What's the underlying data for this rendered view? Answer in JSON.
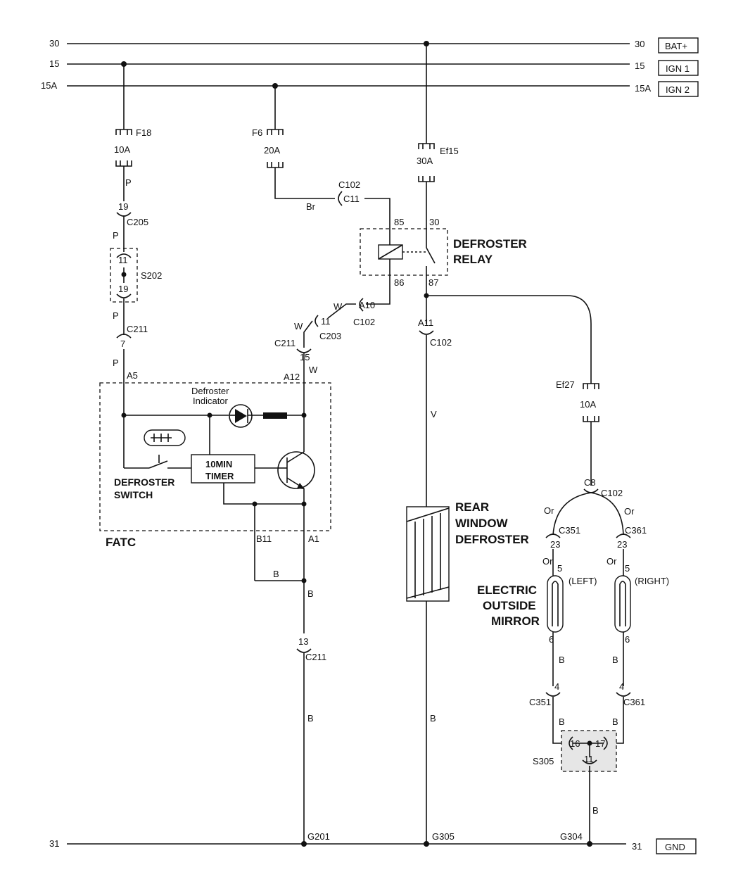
{
  "rails": {
    "r30": {
      "left": "30",
      "right": "30",
      "tag": "BAT+"
    },
    "r15": {
      "left": "15",
      "right": "15",
      "tag": "IGN 1"
    },
    "r15a": {
      "left": "15A",
      "right": "15A",
      "tag": "IGN 2"
    },
    "r31": {
      "left": "31",
      "right": "31",
      "tag": "GND"
    }
  },
  "fuses": {
    "f18": {
      "name": "F18",
      "rating": "10A"
    },
    "f6": {
      "name": "F6",
      "rating": "20A"
    },
    "ef15": {
      "name": "Ef15",
      "rating": "30A"
    },
    "ef27": {
      "name": "Ef27",
      "rating": "10A"
    }
  },
  "wires": {
    "p": "P",
    "br": "Br",
    "w": "W",
    "v": "V",
    "b": "B",
    "or": "Or"
  },
  "connectors": {
    "c205": "C205",
    "c205_pin": "19",
    "s202": "S202",
    "s202_pin_top": "11",
    "s202_pin_bot": "19",
    "c211": "C211",
    "c211_pin_a": "7",
    "c211_pin_b": "15",
    "c211_pin_c": "13",
    "c102": "C102",
    "c102_c11": "C11",
    "c102_a10": "A10",
    "c102_a11": "A11",
    "c102_c8": "C8",
    "c203": "C203",
    "c203_pin": "11",
    "c351": "C351",
    "c351_pin_a": "23",
    "c351_pin_b": "4",
    "c361": "C361",
    "c361_pin_a": "23",
    "c361_pin_b": "4",
    "s305": "S305",
    "s305_p16": "16",
    "s305_p17": "17",
    "s305_p11": "11"
  },
  "relay": {
    "title_1": "DEFROSTER",
    "title_2": "RELAY",
    "p85": "85",
    "p86": "86",
    "p30": "30",
    "p87": "87"
  },
  "fatc": {
    "name": "FATC",
    "pin_a5": "A5",
    "pin_a12": "A12",
    "pin_b11": "B11",
    "pin_a1": "A1",
    "indicator_1": "Defroster",
    "indicator_2": "Indicator",
    "timer_1": "10MIN",
    "timer_2": "TIMER",
    "switch_1": "DEFROSTER",
    "switch_2": "SWITCH"
  },
  "rear": {
    "line_1": "REAR",
    "line_2": "WINDOW",
    "line_3": "DEFROSTER"
  },
  "mirror": {
    "line_1": "ELECTRIC",
    "line_2": "OUTSIDE",
    "line_3": "MIRROR",
    "left": "(LEFT)",
    "right": "(RIGHT)",
    "pin_5": "5",
    "pin_6": "6"
  },
  "grounds": {
    "g201": "G201",
    "g305": "G305",
    "g304": "G304"
  }
}
